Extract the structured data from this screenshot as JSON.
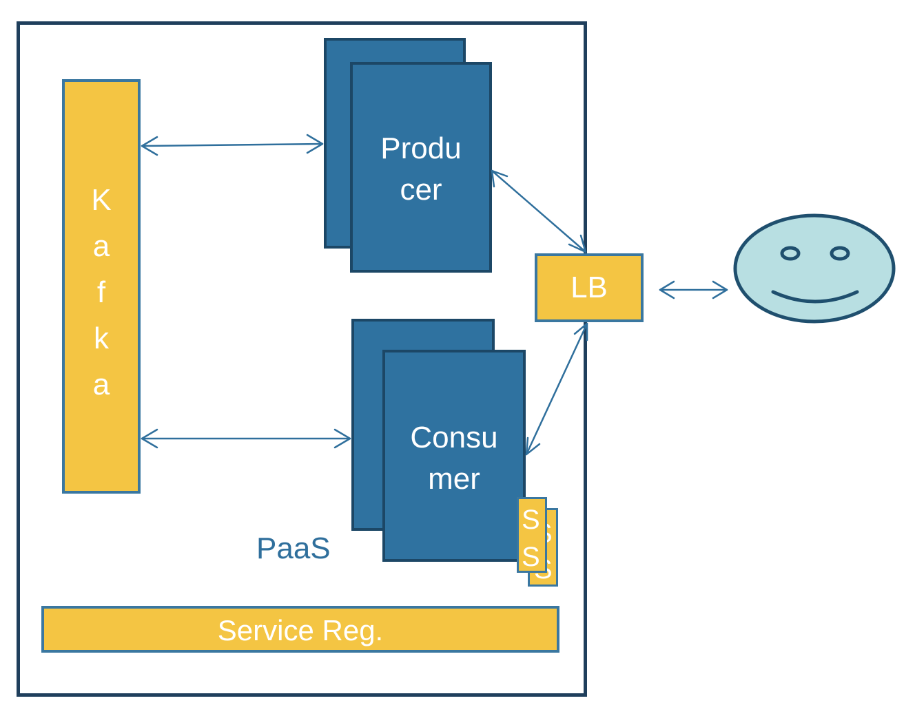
{
  "paas": {
    "label": "PaaS"
  },
  "kafka": {
    "letters": [
      "K",
      "a",
      "f",
      "k",
      "a"
    ]
  },
  "producer": {
    "line1": "Produ",
    "line2": "cer"
  },
  "consumer": {
    "line1": "Consu",
    "line2": "mer"
  },
  "service_registry": {
    "label": "Service Reg."
  },
  "load_balancer": {
    "label": "LB"
  },
  "sidecar": {
    "char1": "S",
    "char2": "S"
  },
  "colors": {
    "yellow": "#f4c543",
    "blue": "#2f72a0",
    "arrow": "#2f6f9c",
    "face": "#b8dfe2",
    "frame": "#1f3f5c"
  }
}
